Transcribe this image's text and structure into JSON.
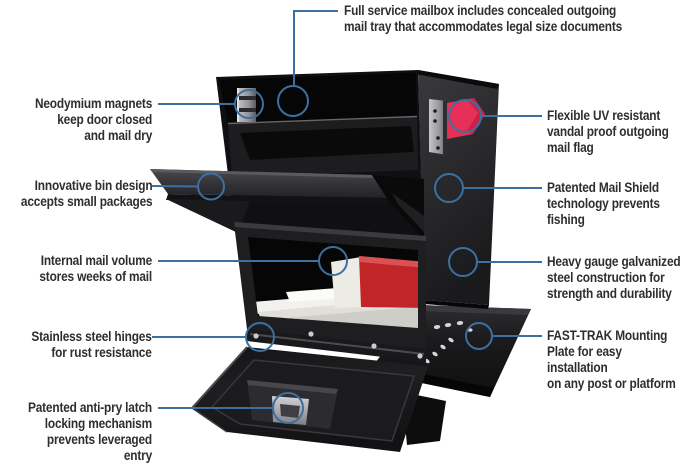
{
  "diagram_title": "Security mailbox feature diagram",
  "palette": {
    "background": "#ffffff",
    "label_text": "#2e2e2e",
    "leader_blue": "#3b70a1",
    "mailbox_black": "#121214",
    "flag_red": "#e73058",
    "red_parcel": "#c22527",
    "metal_silver": "#b9b9bd"
  },
  "callouts": {
    "full_service": {
      "text": "Full service mailbox includes concealed outgoing\nmail tray that accommodates legal size documents"
    },
    "magnets": {
      "text": "Neodymium magnets\nkeep door closed\nand mail dry"
    },
    "bin": {
      "text": "Innovative bin design\naccepts small packages"
    },
    "volume": {
      "text": "Internal mail volume\nstores weeks of mail"
    },
    "hinges": {
      "text": "Stainless steel hinges\nfor rust resistance"
    },
    "latch": {
      "text": "Patented anti-pry latch\nlocking mechanism\nprevents leveraged entry"
    },
    "flag": {
      "text": "Flexible UV resistant\nvandal proof outgoing\nmail flag"
    },
    "shield": {
      "text": "Patented Mail Shield\ntechnology prevents\nfishing"
    },
    "steel": {
      "text": "Heavy gauge galvanized\nsteel construction for\nstrength and durability"
    },
    "mounting": {
      "text": "FAST-TRAK Mounting\nPlate for easy installation\non any post or platform"
    }
  }
}
